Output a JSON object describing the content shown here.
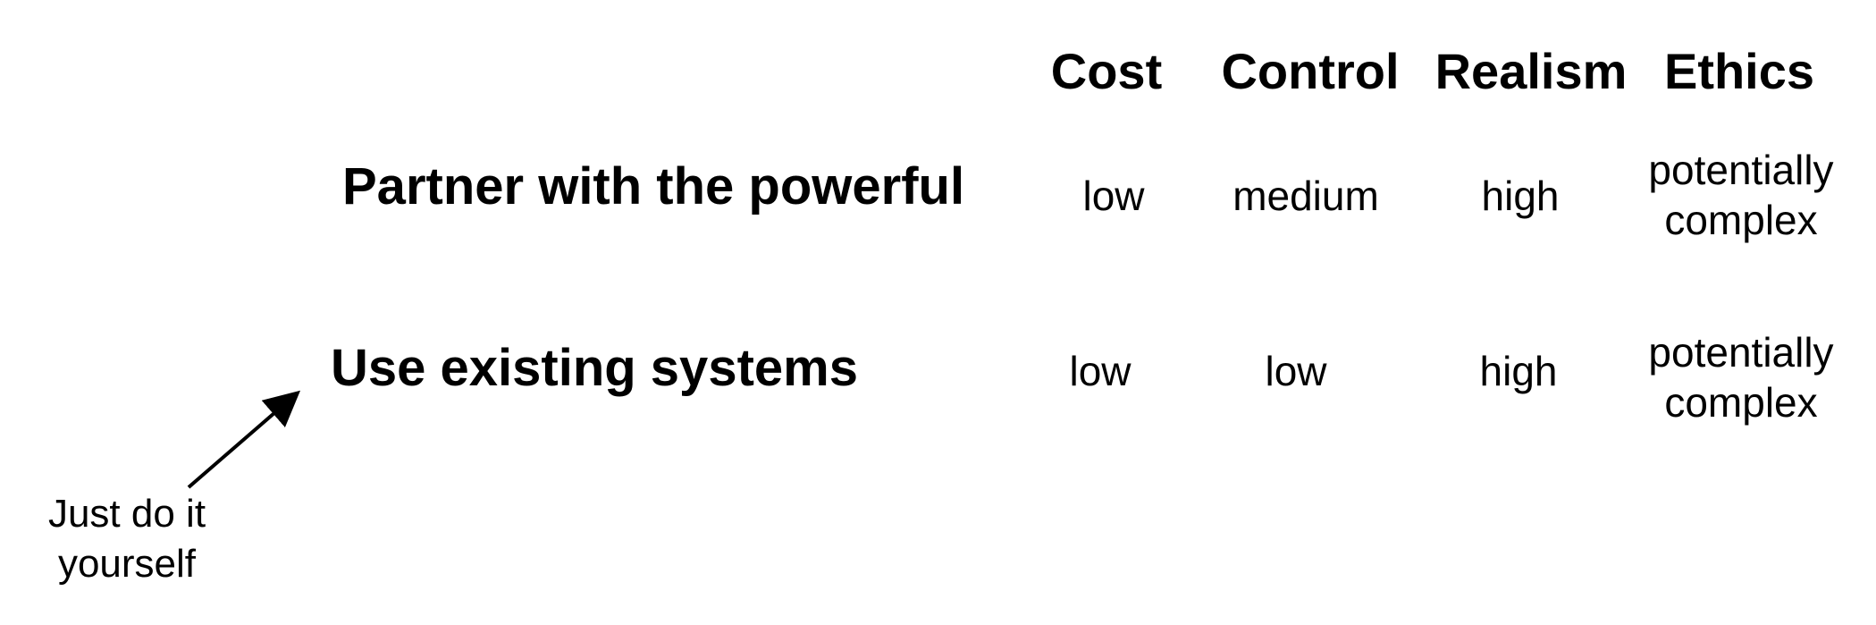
{
  "table": {
    "headers": [
      "Cost",
      "Control",
      "Realism",
      "Ethics"
    ],
    "rows": [
      {
        "label": "Partner with the powerful",
        "cost": "low",
        "control": "medium",
        "realism": "high",
        "ethics": [
          "potentially",
          "complex"
        ]
      },
      {
        "label": "Use existing systems",
        "cost": "low",
        "control": "low",
        "realism": "high",
        "ethics": [
          "potentially",
          "complex"
        ]
      }
    ]
  },
  "annotation": {
    "lines": [
      "Just do it",
      "yourself"
    ]
  }
}
